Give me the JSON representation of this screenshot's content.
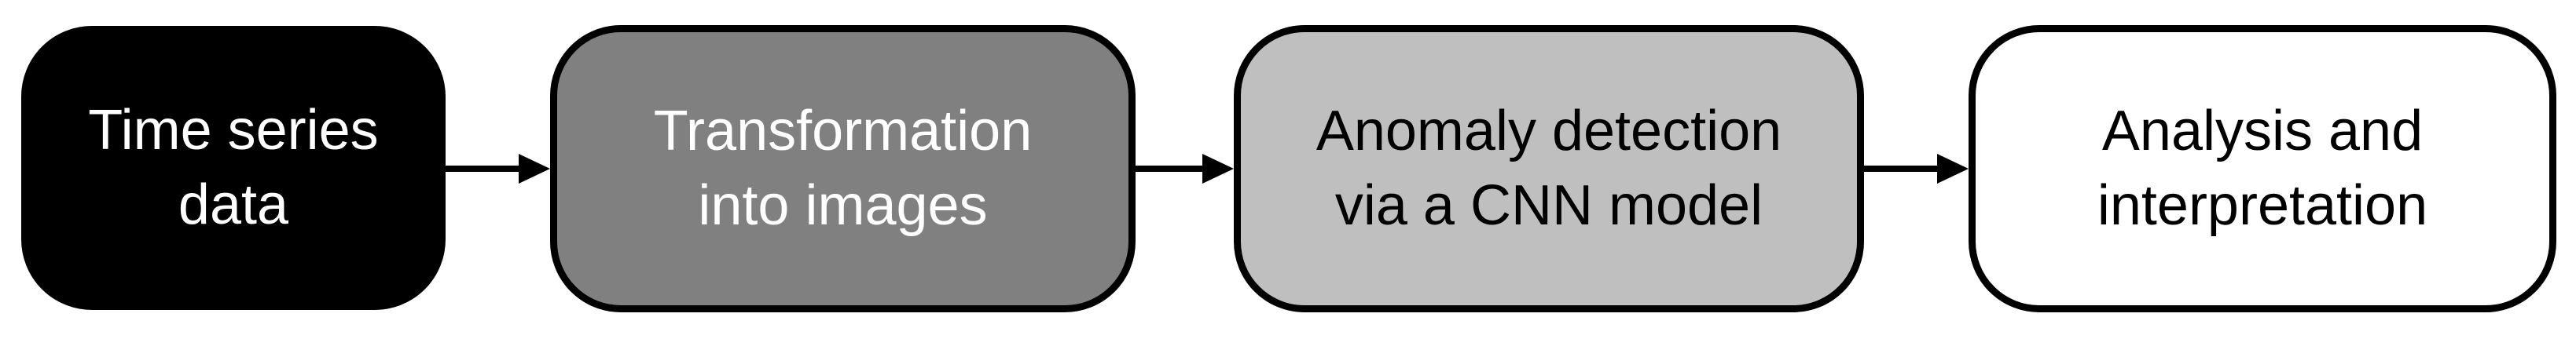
{
  "flowchart": {
    "background": "#FFFFFF",
    "border_color": "#000000",
    "arrow_color": "#000000",
    "steps": [
      {
        "label": "Time series\ndata",
        "fill": "#000000",
        "text_color": "#FFFFFF"
      },
      {
        "label": "Transformation\ninto images",
        "fill": "#808080",
        "text_color": "#FFFFFF"
      },
      {
        "label": "Anomaly detection\nvia a CNN model",
        "fill": "#BFBFBF",
        "text_color": "#000000"
      },
      {
        "label": "Analysis and\ninterpretation",
        "fill": "#FFFFFF",
        "text_color": "#000000"
      }
    ]
  }
}
